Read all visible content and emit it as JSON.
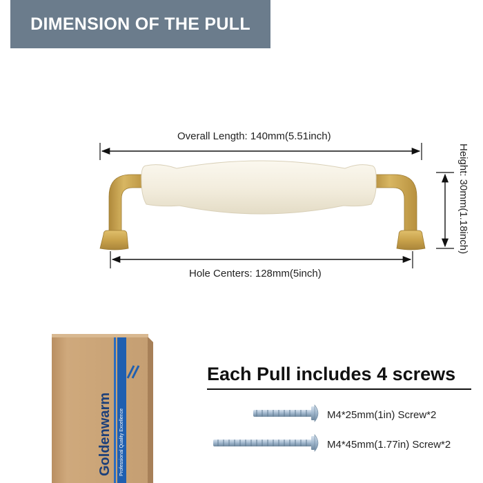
{
  "banner": {
    "title": "DIMENSION OF THE PULL"
  },
  "dimensions": {
    "overall_length": "Overall Length: 140mm(5.51inch)",
    "hole_centers": "Hole Centers: 128mm(5inch)",
    "height": "Height: 30mm(1.18inch)"
  },
  "box": {
    "brand": "Goldenwarm",
    "tagline": "Professional Quality Excellence"
  },
  "screws": {
    "title": "Each Pull includes 4 screws",
    "items": [
      {
        "label": "M4*25mm(1in) Screw*2"
      },
      {
        "label": "M4*45mm(1.77in) Screw*2"
      }
    ]
  },
  "colors": {
    "banner": "#6b7c8c",
    "brass": "#c9a24b",
    "ceramic": "#f4efe2",
    "box": "#c9a47a",
    "box_stripe": "#1f5fb0",
    "screw": "#9fb6cc"
  }
}
